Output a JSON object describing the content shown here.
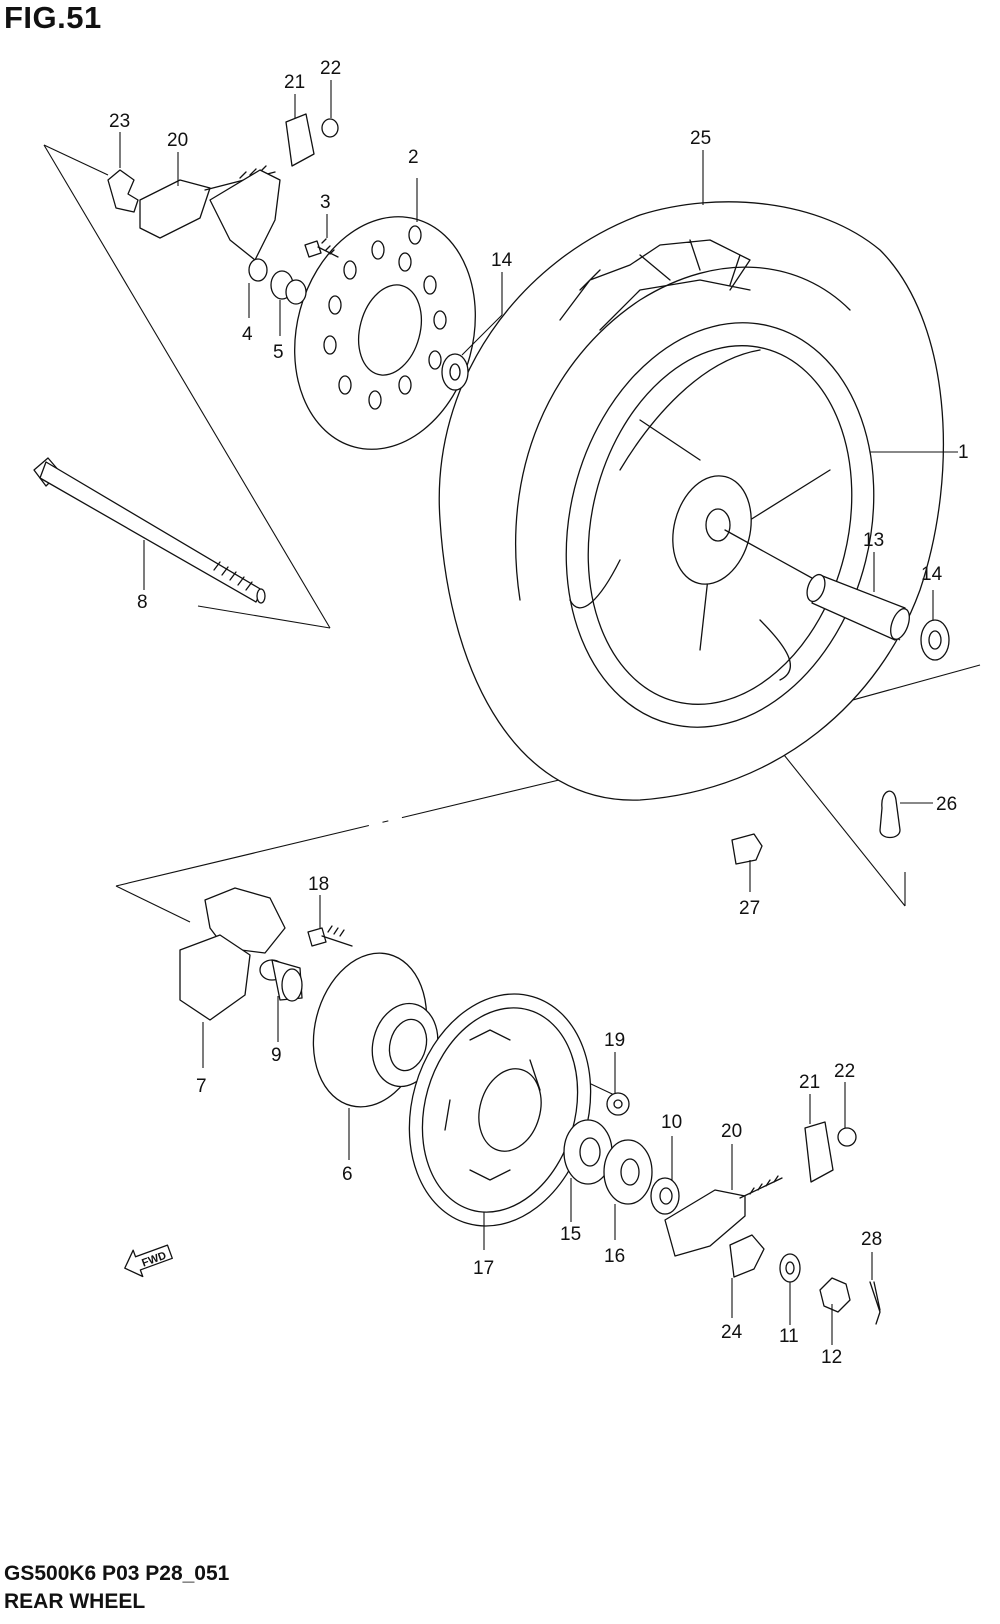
{
  "figure": {
    "title": "FIG.51",
    "code": "GS500K6 P03 P28_051",
    "name": "REAR WHEEL"
  },
  "direction_marker": {
    "label": "FWD",
    "icon": "forward-arrow-icon"
  },
  "callouts": [
    {
      "id": "c1",
      "number": "1"
    },
    {
      "id": "c2",
      "number": "2"
    },
    {
      "id": "c3",
      "number": "3"
    },
    {
      "id": "c4",
      "number": "4"
    },
    {
      "id": "c5",
      "number": "5"
    },
    {
      "id": "c6",
      "number": "6"
    },
    {
      "id": "c7",
      "number": "7"
    },
    {
      "id": "c8",
      "number": "8"
    },
    {
      "id": "c9",
      "number": "9"
    },
    {
      "id": "c10",
      "number": "10"
    },
    {
      "id": "c11",
      "number": "11"
    },
    {
      "id": "c12",
      "number": "12"
    },
    {
      "id": "c13",
      "number": "13"
    },
    {
      "id": "c14a",
      "number": "14"
    },
    {
      "id": "c14b",
      "number": "14"
    },
    {
      "id": "c15",
      "number": "15"
    },
    {
      "id": "c16",
      "number": "16"
    },
    {
      "id": "c17",
      "number": "17"
    },
    {
      "id": "c18",
      "number": "18"
    },
    {
      "id": "c19",
      "number": "19"
    },
    {
      "id": "c20a",
      "number": "20"
    },
    {
      "id": "c20b",
      "number": "20"
    },
    {
      "id": "c21a",
      "number": "21"
    },
    {
      "id": "c21b",
      "number": "21"
    },
    {
      "id": "c22a",
      "number": "22"
    },
    {
      "id": "c22b",
      "number": "22"
    },
    {
      "id": "c23",
      "number": "23"
    },
    {
      "id": "c24",
      "number": "24"
    },
    {
      "id": "c25",
      "number": "25"
    },
    {
      "id": "c26",
      "number": "26"
    },
    {
      "id": "c27",
      "number": "27"
    },
    {
      "id": "c28",
      "number": "28"
    }
  ]
}
